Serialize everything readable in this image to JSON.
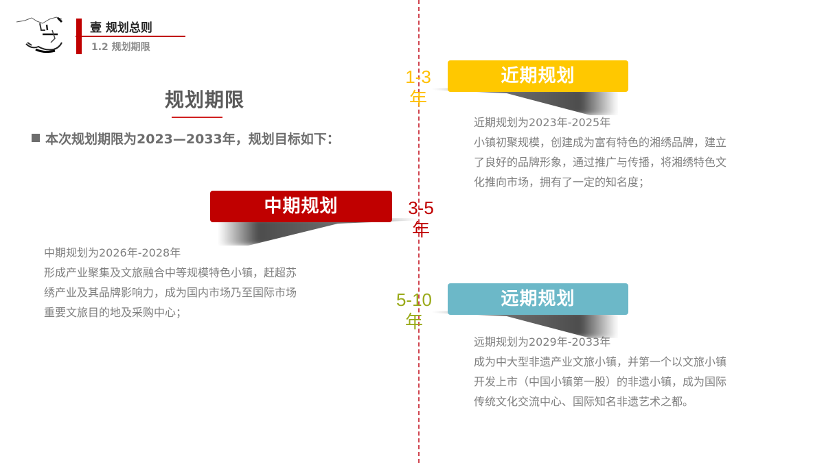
{
  "header": {
    "section_title": "壹 规划总则",
    "subsection": "1.2 规划期限",
    "logo_icon": "ink-landscape-icon",
    "accent_color": "#c00000"
  },
  "main": {
    "title": "规划期限",
    "intro": "本次规划期限为2023—2033年，规划目标如下："
  },
  "phases": [
    {
      "years": "1-3",
      "year_unit": "年",
      "banner": "近期规划",
      "color": "#ffc800",
      "period": "近期规划为2023年-2025年",
      "lines": [
        "小镇初聚规模，创建成为富有特色的湘绣品牌，建立",
        "了良好的品牌形象，通过推广与传播，将湘绣特色文",
        "化推向市场，拥有了一定的知名度；"
      ]
    },
    {
      "years": "3-5",
      "year_unit": "年",
      "banner": "中期规划",
      "color": "#c00000",
      "period": "中期规划为2026年-2028年",
      "lines": [
        "形成产业聚集及文旅融合中等规模特色小镇，赶超苏",
        "绣产业及其品牌影响力，成为国内市场乃至国际市场",
        "重要文旅目的地及采购中心；"
      ]
    },
    {
      "years": "5-10",
      "year_unit": "年",
      "banner": "远期规划",
      "color": "#6cb8c8",
      "period": "远期规划为2029年-2033年",
      "lines": [
        "成为中大型非遗产业文旅小镇，并第一个以文旅小镇",
        "开发上市（中国小镇第一股）的非遗小镇，成为国际",
        "传统文化交流中心、国际知名非遗艺术之都。"
      ]
    }
  ]
}
